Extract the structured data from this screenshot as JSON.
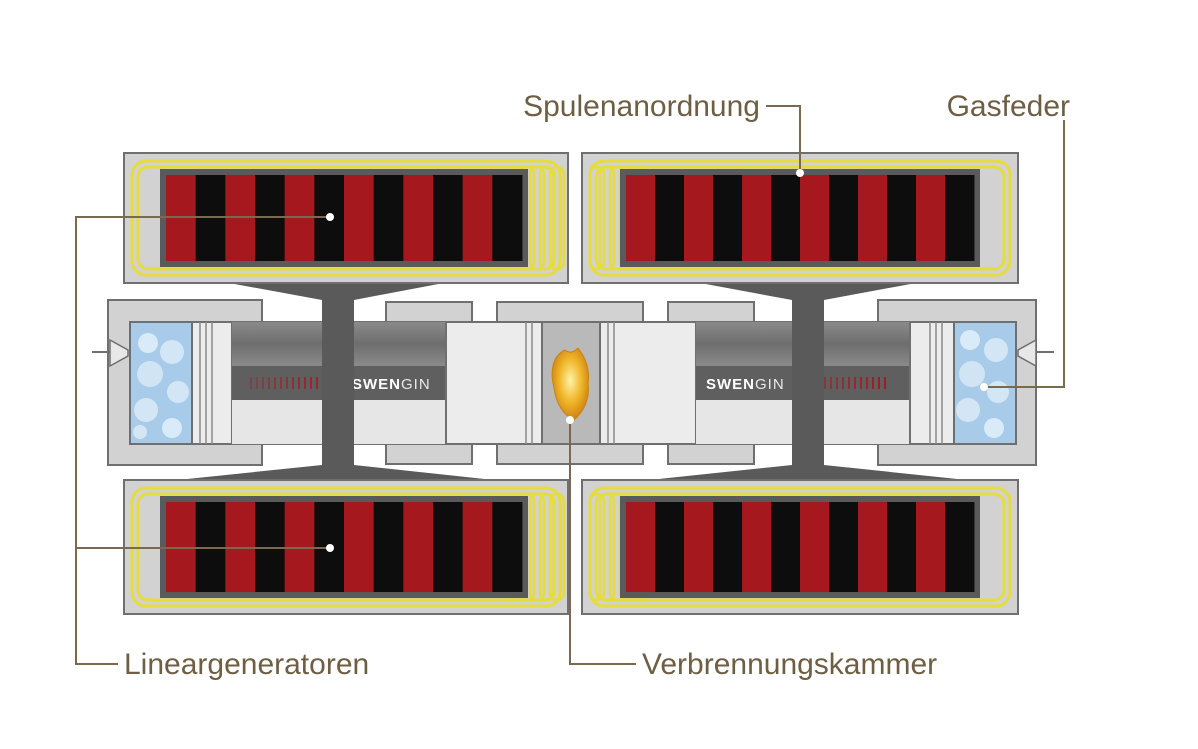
{
  "labels": {
    "spulenanordnung": "Spulenanordnung",
    "gasfeder": "Gasfeder",
    "lineargeneratoren": "Lineargeneratoren",
    "verbrennungskammer": "Verbrennungskammer"
  },
  "branding": {
    "left": {
      "strong": "SWEN",
      "light": "GIN"
    },
    "right": {
      "strong": "SWEN",
      "light": "GIN"
    }
  },
  "colors": {
    "label_text": "#6e5f44",
    "leader_line": "#7a6a4d",
    "housing_fill": "#d2d2d2",
    "housing_stroke": "#6f6f6f",
    "yoke": "#5a5a5a",
    "coil_red": "#a5181e",
    "coil_black": "#0d0d0d",
    "winding_yellow": "#e6dc3c",
    "spring_blue": "#a7cbe8",
    "flame": "#e8a316",
    "piston_light": "#e6e6e6",
    "piston_dark": "#7c7c7c"
  }
}
